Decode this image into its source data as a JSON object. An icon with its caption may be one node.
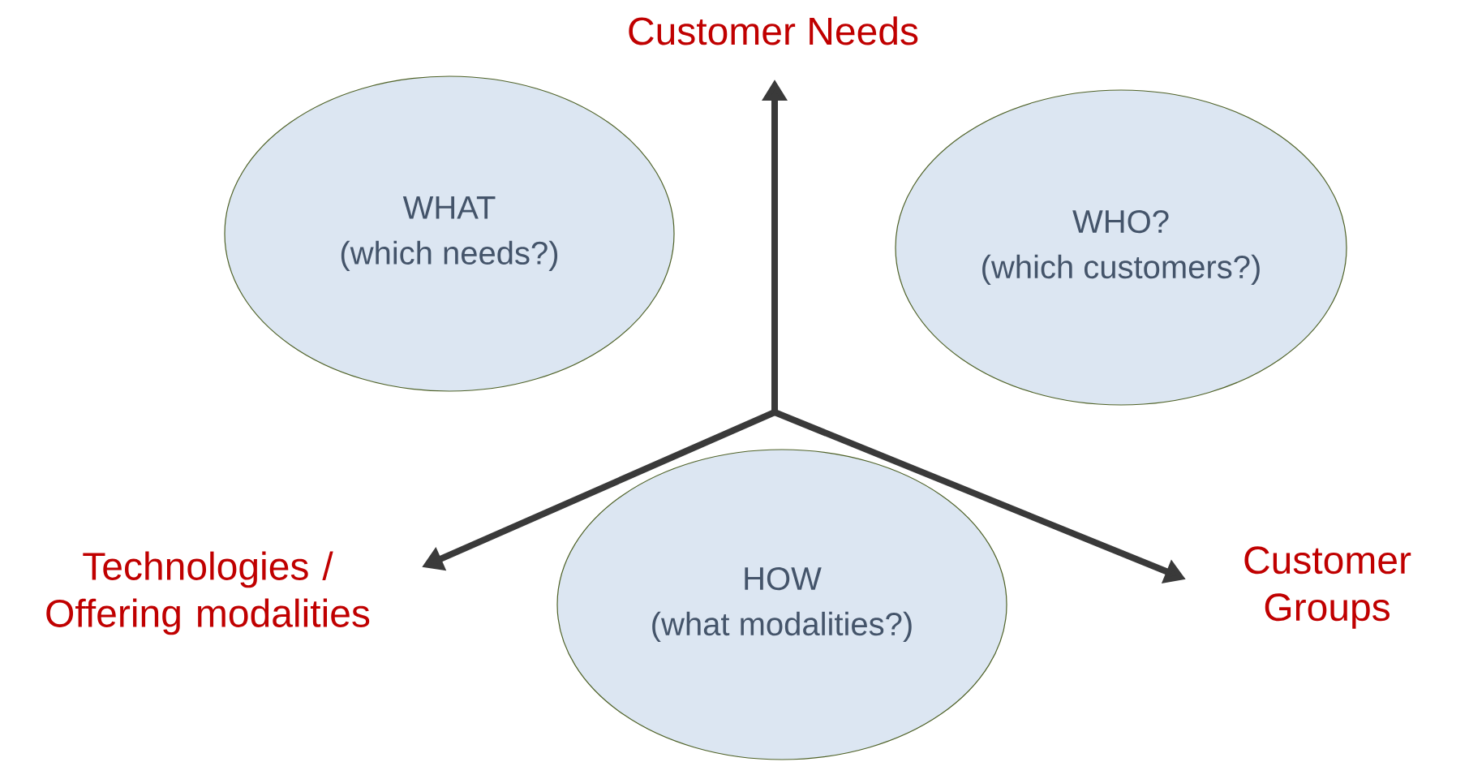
{
  "diagram": {
    "nodes": [
      {
        "text": [
          "Customer Needs"
        ]
      },
      {
        "text": [
          "WHAT",
          "(which needs?)"
        ]
      },
      {
        "text": [
          "WHO?",
          "(which customers?)"
        ]
      },
      {
        "text": [
          "Technologies / Offering modalities"
        ]
      },
      {
        "text": [
          "HOW",
          "(what modalities?)"
        ]
      },
      {
        "text": [
          "Customer Groups"
        ]
      }
    ],
    "edges": [
      {
        "from": null,
        "to": 0,
        "arrow": "to"
      },
      {
        "from": null,
        "to": 3,
        "arrow": "to"
      },
      {
        "from": null,
        "to": 5,
        "arrow": "to"
      }
    ]
  }
}
